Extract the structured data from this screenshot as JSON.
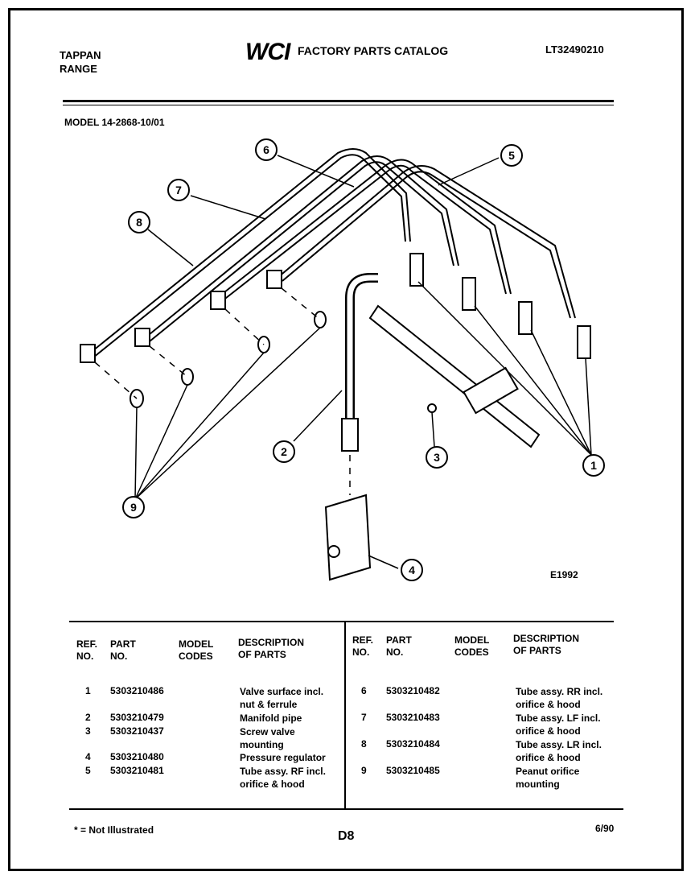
{
  "header": {
    "brand_line1": "TAPPAN",
    "brand_line2": "RANGE",
    "logo": "WCI",
    "catalog_title": "FACTORY PARTS CATALOG",
    "catalog_number": "LT32490210"
  },
  "model_label": "MODEL 14-2868-10/01",
  "drawing_number": "E1992",
  "callouts": [
    "1",
    "2",
    "3",
    "4",
    "5",
    "6",
    "7",
    "8",
    "9"
  ],
  "table": {
    "headers": {
      "ref_no": [
        "REF.",
        "NO."
      ],
      "part_no": [
        "PART",
        "NO."
      ],
      "model_codes": [
        "MODEL",
        "CODES"
      ],
      "description": [
        "DESCRIPTION",
        "OF PARTS"
      ]
    },
    "left_rows": [
      {
        "ref": "1",
        "part": "5303210486",
        "desc": [
          "Valve surface incl.",
          "nut & ferrule"
        ]
      },
      {
        "ref": "2",
        "part": "5303210479",
        "desc": [
          "Manifold pipe"
        ]
      },
      {
        "ref": "3",
        "part": "5303210437",
        "desc": [
          "Screw valve",
          "mounting"
        ]
      },
      {
        "ref": "4",
        "part": "5303210480",
        "desc": [
          "Pressure regulator"
        ]
      },
      {
        "ref": "5",
        "part": "5303210481",
        "desc": [
          "Tube assy. RF incl.",
          "orifice & hood"
        ]
      }
    ],
    "right_rows": [
      {
        "ref": "6",
        "part": "5303210482",
        "desc": [
          "Tube assy. RR incl.",
          "orifice & hood"
        ]
      },
      {
        "ref": "7",
        "part": "5303210483",
        "desc": [
          "Tube assy. LF incl.",
          "orifice & hood"
        ]
      },
      {
        "ref": "8",
        "part": "5303210484",
        "desc": [
          "Tube assy. LR incl.",
          "orifice & hood"
        ]
      },
      {
        "ref": "9",
        "part": "5303210485",
        "desc": [
          "Peanut orifice",
          "mounting"
        ]
      }
    ]
  },
  "footer": {
    "footnote": "* = Not Illustrated",
    "page": "D8",
    "date": "6/90"
  }
}
